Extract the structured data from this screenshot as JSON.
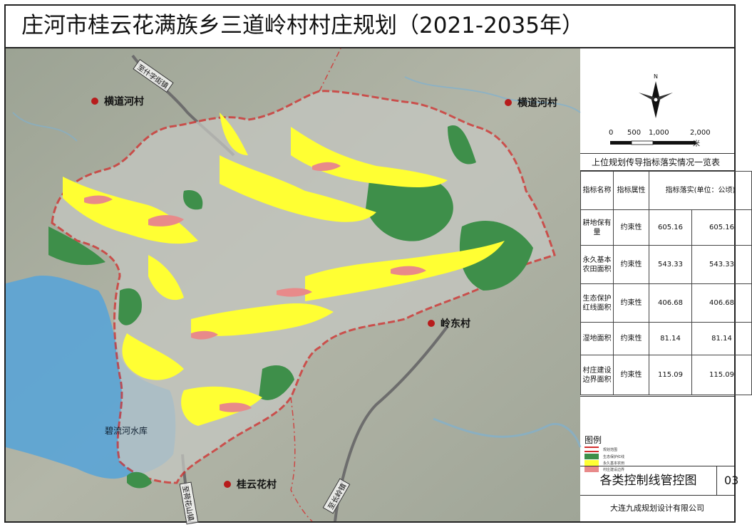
{
  "title": "庄河市桂云花满族乡三道岭村村庄规划（2021-2035年）",
  "map": {
    "villages": [
      {
        "id": "nw",
        "name": "横道河村"
      },
      {
        "id": "ne",
        "name": "横道河村"
      },
      {
        "id": "e",
        "name": "岭东村"
      },
      {
        "id": "s",
        "name": "桂云花村"
      }
    ],
    "reservoir": "碧流河水库",
    "roads": {
      "north": "至什字街镇",
      "south": "至长岭镇",
      "southwest": "至荷花山镇"
    },
    "colors": {
      "boundary": "#d32f2f",
      "ecological": "#3e8f4a",
      "farmland": "#ffff33",
      "construction": "#e88a8a",
      "water": "#5aa4d6"
    }
  },
  "compass": {
    "north": "N",
    "icon": "north-arrow-icon"
  },
  "scale": {
    "labels": [
      "0",
      "500",
      "1,000",
      "2,000"
    ],
    "unit": "米"
  },
  "table": {
    "title": "上位规划传导指标落实情况一览表",
    "headers": [
      "指标名称",
      "指标属性",
      "指标落实(单位：公顷)"
    ],
    "rows": [
      {
        "name": "耕地保有量",
        "attr": "约束性",
        "v1": "605.16",
        "v2": "605.16"
      },
      {
        "name": "永久基本农田面积",
        "attr": "约束性",
        "v1": "543.33",
        "v2": "543.33"
      },
      {
        "name": "生态保护红线面积",
        "attr": "约束性",
        "v1": "406.68",
        "v2": "406.68"
      },
      {
        "name": "湿地面积",
        "attr": "约束性",
        "v1": "81.14",
        "v2": "81.14"
      },
      {
        "name": "村庄建设边界面积",
        "attr": "约束性",
        "v1": "115.09",
        "v2": "115.09"
      }
    ]
  },
  "legend": {
    "title": "图例",
    "items": [
      {
        "label": "规划范围"
      },
      {
        "label": "生态保护红线"
      },
      {
        "label": "永久基本农田"
      },
      {
        "label": "村庄建设边界"
      }
    ]
  },
  "map_name": "各类控制线管控图",
  "map_number": "03",
  "company": "大连九成规划设计有限公司"
}
